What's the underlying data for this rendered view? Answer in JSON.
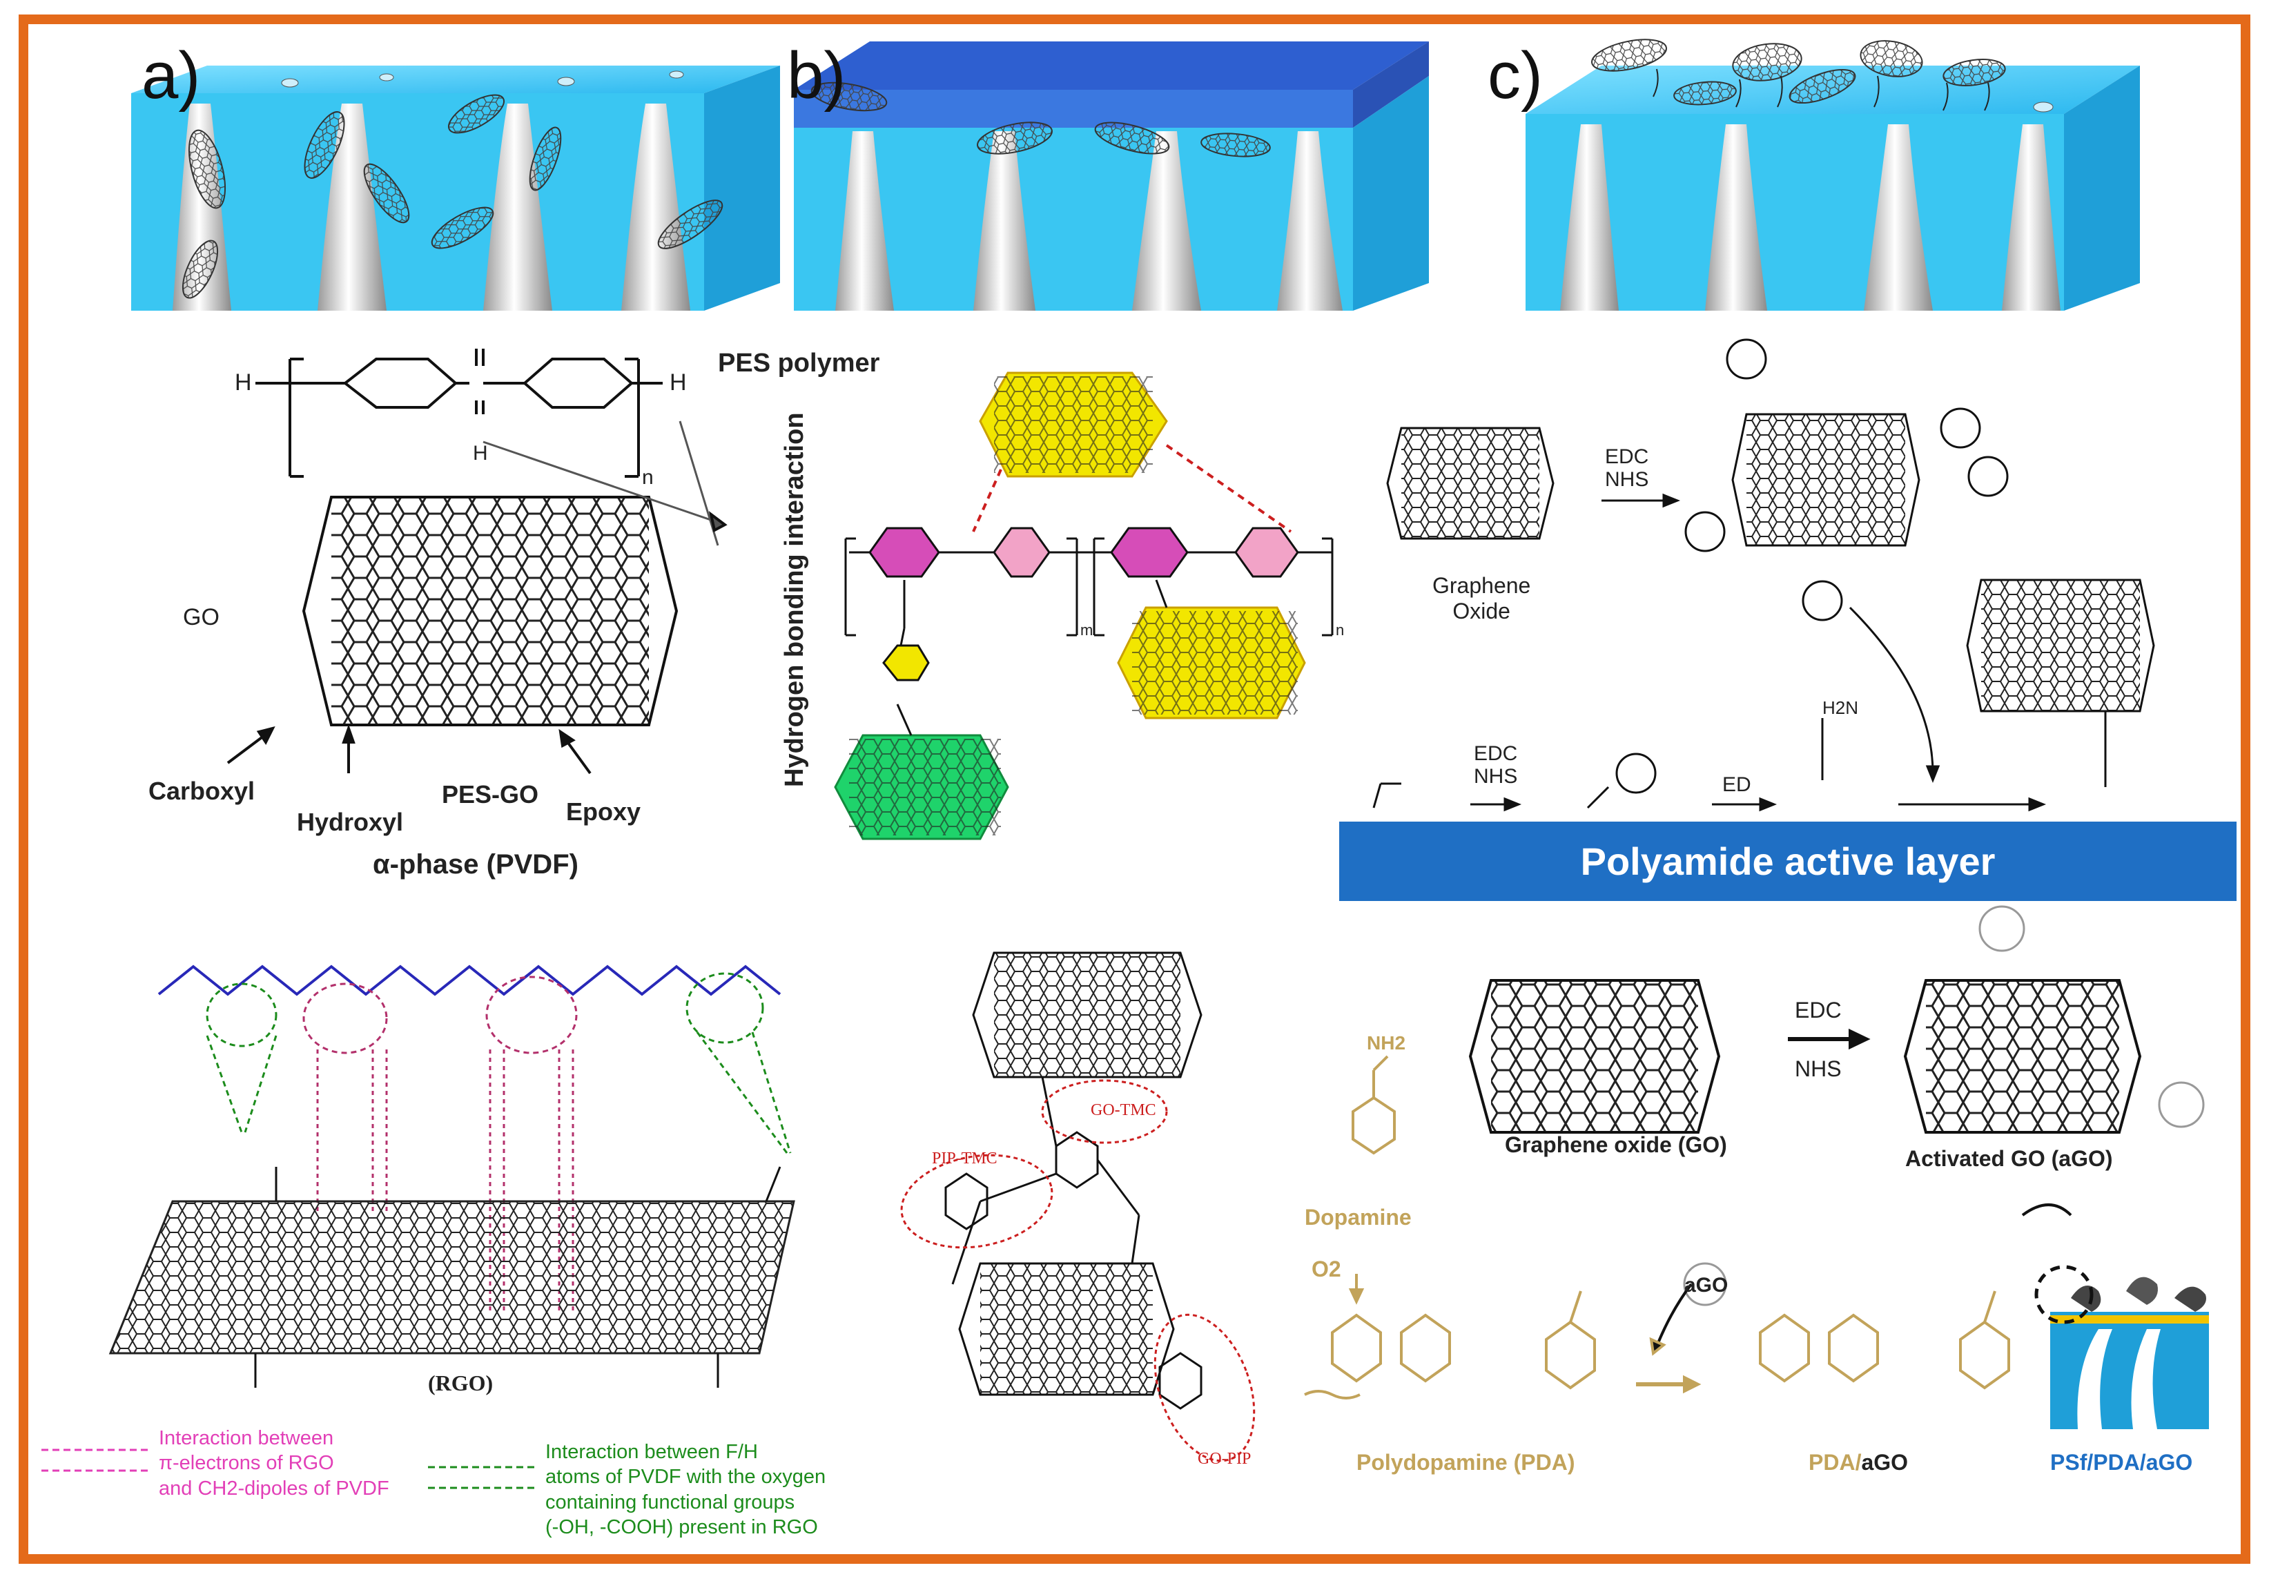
{
  "panels": {
    "a_label": "a)",
    "b_label": "b)",
    "c_label": "c)"
  },
  "pes": {
    "polymer_label": "PES polymer",
    "go_label": "GO",
    "carboxyl": "Carboxyl",
    "hydroxyl": "Hydroxyl",
    "pes_go": "PES-GO",
    "epoxy": "Epoxy",
    "repeat_n": "n",
    "h_left": "H",
    "h_right": "H",
    "h_bond_h": "H"
  },
  "hbond": {
    "vertical_label": "Hydrogen bonding interaction",
    "m": "m",
    "n": "n"
  },
  "edc_scheme": {
    "edc_nhs_top": "EDC\nNHS",
    "graphene_oxide": "Graphene\nOxide",
    "edc_nhs_bottom": "EDC\nNHS",
    "ed": "ED",
    "polyamide": "Polyamide active layer",
    "h2n": "H2N"
  },
  "pvdf": {
    "alpha_phase": "α-phase (PVDF)",
    "rgo": "(RGO)",
    "legend_pink": "Interaction between\nπ-electrons of RGO\nand CH2-dipoles of PVDF",
    "legend_green": "Interaction between F/H\natoms of PVDF with the oxygen\ncontaining functional groups\n(-OH, -COOH) present in RGO"
  },
  "pip": {
    "go_tmc": "GO-TMC",
    "pip_tmc": "PIP-TMC",
    "go_pip": "GO-PIP"
  },
  "pda": {
    "graphene_oxide_go": "Graphene oxide (GO)",
    "edc": "EDC",
    "nhs": "NHS",
    "activated_go": "Activated GO (aGO)",
    "dopamine": "Dopamine",
    "nh2": "NH2",
    "o2": "O2",
    "ago": "aGO",
    "polydopamine": "Polydopamine (PDA)",
    "pda_ago_prefix": "PDA/",
    "pda_ago_suffix": "aGO",
    "psf_pda_ago": "PSf/PDA/aGO"
  },
  "colors": {
    "frame": "#e46a1a",
    "membrane": "#3ac6f2",
    "membrane_dark": "#1f9fd8",
    "pa_layer": "#2e5fd0",
    "pa_bar": "#1f6fc4",
    "pink": "#e23fb7",
    "green": "#1c8c1c",
    "gold": "#c2a35a",
    "yellow_go": "#f2e600",
    "green_go": "#1fd36b",
    "pink_ring": "#e89ab8",
    "violet_ring": "#b569c2",
    "red_dashed": "#cc1f1f"
  }
}
